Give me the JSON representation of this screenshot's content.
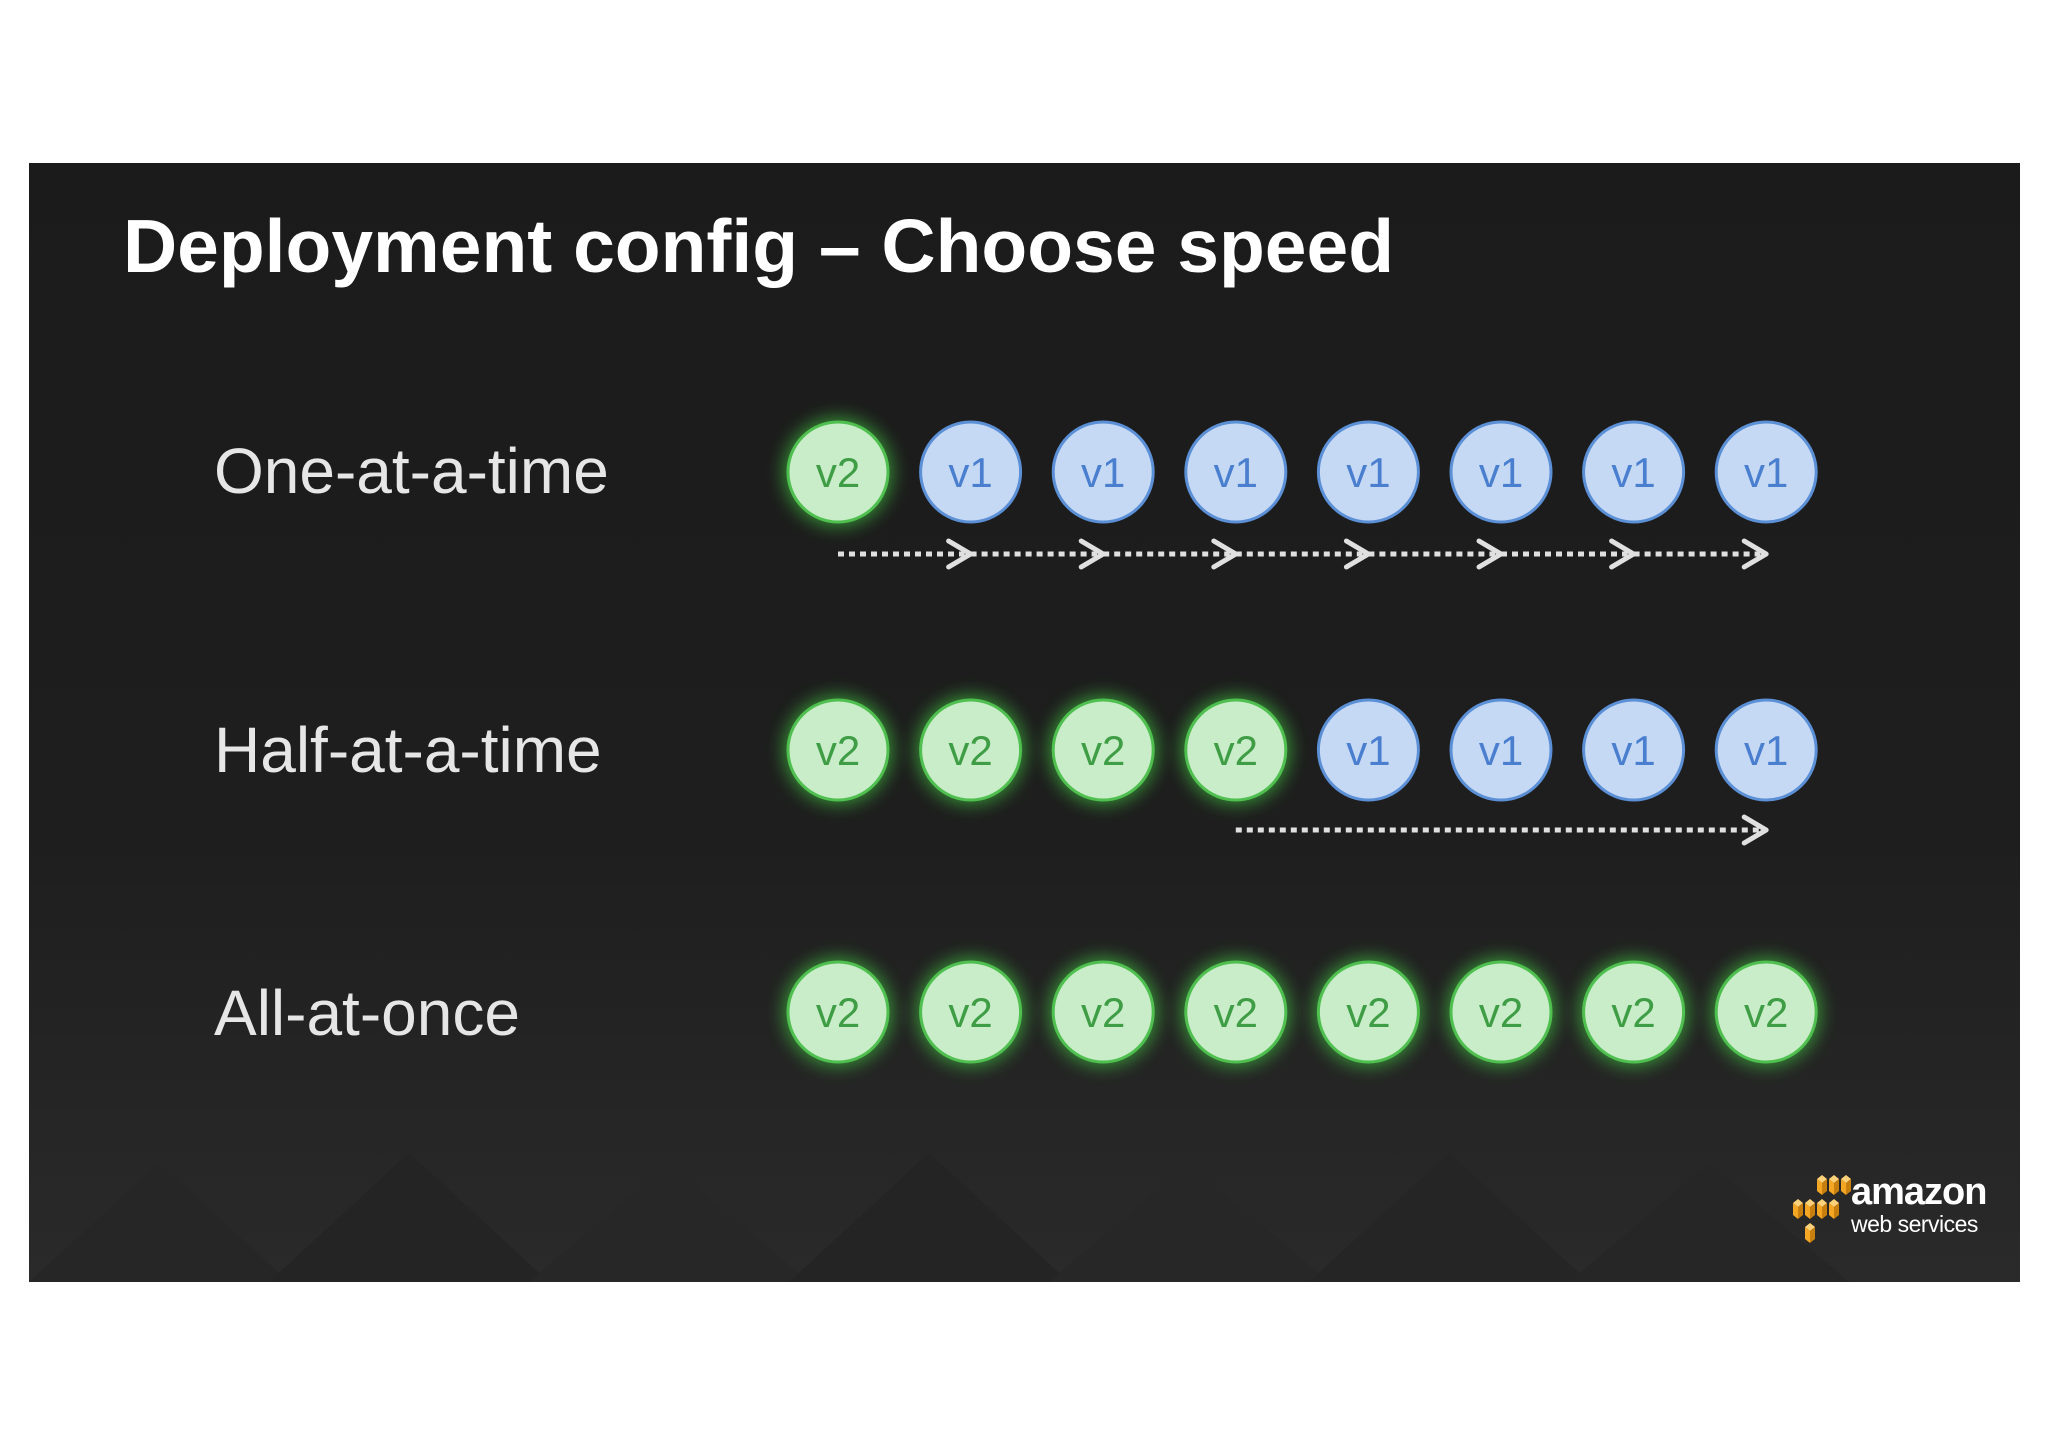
{
  "slide": {
    "title": "Deployment config – Choose speed"
  },
  "colors": {
    "v1_fill": "#c5d9f4",
    "v1_stroke": "#5b8fd6",
    "v1_text": "#4a7fcf",
    "v2_fill": "#c9ecc9",
    "v2_stroke": "#4fbf4f",
    "v2_text": "#3f9e45",
    "arrow": "#e0e0e0"
  },
  "rows": [
    {
      "label": "One-at-a-time",
      "nodes": [
        "v2",
        "v1",
        "v1",
        "v1",
        "v1",
        "v1",
        "v1",
        "v1"
      ],
      "arrow_segments": [
        [
          0,
          1
        ],
        [
          1,
          2
        ],
        [
          2,
          3
        ],
        [
          3,
          4
        ],
        [
          4,
          5
        ],
        [
          5,
          6
        ],
        [
          6,
          7
        ]
      ]
    },
    {
      "label": "Half-at-a-time",
      "nodes": [
        "v2",
        "v2",
        "v2",
        "v2",
        "v1",
        "v1",
        "v1",
        "v1"
      ],
      "arrow_segments": [
        [
          3,
          7
        ]
      ]
    },
    {
      "label": "All-at-once",
      "nodes": [
        "v2",
        "v2",
        "v2",
        "v2",
        "v2",
        "v2",
        "v2",
        "v2"
      ],
      "arrow_segments": []
    }
  ],
  "logo": {
    "name": "amazon",
    "tagline": "web services",
    "icon": "aws-cubes-icon",
    "cube_color": "#f5a623"
  }
}
